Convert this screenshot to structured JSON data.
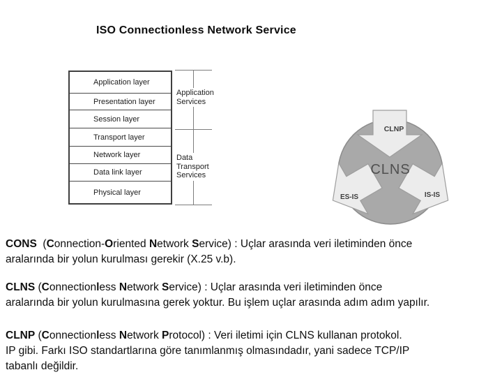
{
  "slide": {
    "title": "ISO Connectionless Network Service",
    "background_color": "#ffffff"
  },
  "osi_stack": {
    "layers": [
      "Application layer",
      "Presentation layer",
      "Session layer",
      "Transport layer",
      "Network layer",
      "Data link layer",
      "Physical layer"
    ],
    "service_groups": [
      {
        "id": "application-services",
        "lines": [
          "Application",
          "Services"
        ],
        "covers_layers": [
          "Application layer",
          "Presentation layer",
          "Session layer"
        ]
      },
      {
        "id": "data-transport-services",
        "lines": [
          "Data",
          "Transport",
          "Services"
        ],
        "covers_layers": [
          "Transport layer",
          "Network layer",
          "Data link layer",
          "Physical layer"
        ]
      }
    ]
  },
  "clns_diagram": {
    "center_label": "CLNS",
    "arrows": [
      {
        "label": "CLNP",
        "direction": "into-circle-from-top"
      },
      {
        "label": "ES-IS",
        "direction": "outward-bottom-left"
      },
      {
        "label": "IS-IS",
        "direction": "outward-bottom-right"
      }
    ],
    "colors": {
      "circle_fill": "#a9a9a9",
      "circle_stroke": "#8c8c8c",
      "arrow_fill": "#ececec",
      "arrow_stroke": "#9d9d9d",
      "center_text": "#4f4f4f",
      "arrow_label_text": "#3d3d3d"
    }
  },
  "paragraphs": [
    {
      "term": "CONS",
      "lines": [
        [
          [
            "CONS",
            1
          ],
          [
            "  (",
            0
          ],
          [
            "C",
            1
          ],
          [
            "onnection-",
            0
          ],
          [
            "O",
            1
          ],
          [
            "riented ",
            0
          ],
          [
            "N",
            1
          ],
          [
            "etwork ",
            0
          ],
          [
            "S",
            1
          ],
          [
            "ervice) : Uçlar arasında veri iletiminden önce",
            0
          ]
        ],
        [
          [
            "aralarında bir yolun kurulması gerekir (X.25 v.b).",
            0
          ]
        ]
      ]
    },
    {
      "term": "CLNS",
      "lines": [
        [
          [
            "CLNS",
            1
          ],
          [
            " (",
            0
          ],
          [
            "C",
            1
          ],
          [
            "onnection",
            0
          ],
          [
            "l",
            1
          ],
          [
            "ess ",
            0
          ],
          [
            "N",
            1
          ],
          [
            "etwork ",
            0
          ],
          [
            "S",
            1
          ],
          [
            "ervice) : Uçlar arasında veri iletiminden önce",
            0
          ]
        ],
        [
          [
            "aralarında bir yolun kurulmasına gerek yoktur. Bu işlem uçlar arasında adım adım yapılır.",
            0
          ]
        ]
      ]
    },
    {
      "term": "CLNP",
      "lines": [
        [
          [
            "CLNP",
            1
          ],
          [
            " (",
            0
          ],
          [
            "C",
            1
          ],
          [
            "onnection",
            0
          ],
          [
            "l",
            1
          ],
          [
            "ess ",
            0
          ],
          [
            "N",
            1
          ],
          [
            "etwork ",
            0
          ],
          [
            "P",
            1
          ],
          [
            "rotocol) : Veri iletimi için CLNS kullanan protokol.",
            0
          ]
        ],
        [
          [
            "IP gibi. Farkı ISO standartlarına göre tanımlanmış olmasındadır, yani sadece TCP/IP",
            0
          ]
        ],
        [
          [
            "tabanlı değildir.",
            0
          ]
        ]
      ]
    }
  ]
}
